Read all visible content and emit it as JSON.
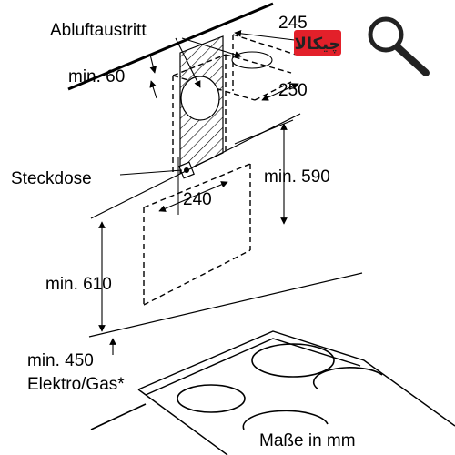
{
  "labels": {
    "exhaust_outlet": "Abluftaustritt",
    "socket": "Steckdose",
    "min_60": "min. 60",
    "dim_245": "245",
    "dim_250": "250",
    "dim_240": "240",
    "min_590": "min. 590",
    "min_610": "min. 610",
    "min_450": "min. 450",
    "electric_gas": "Elektro/Gas*",
    "units_note": "Maße in mm"
  },
  "watermark": {
    "text": "چیکالا",
    "colors": {
      "red": "#e3202a",
      "dark": "#222222"
    },
    "icon": "magnifier-icon"
  }
}
